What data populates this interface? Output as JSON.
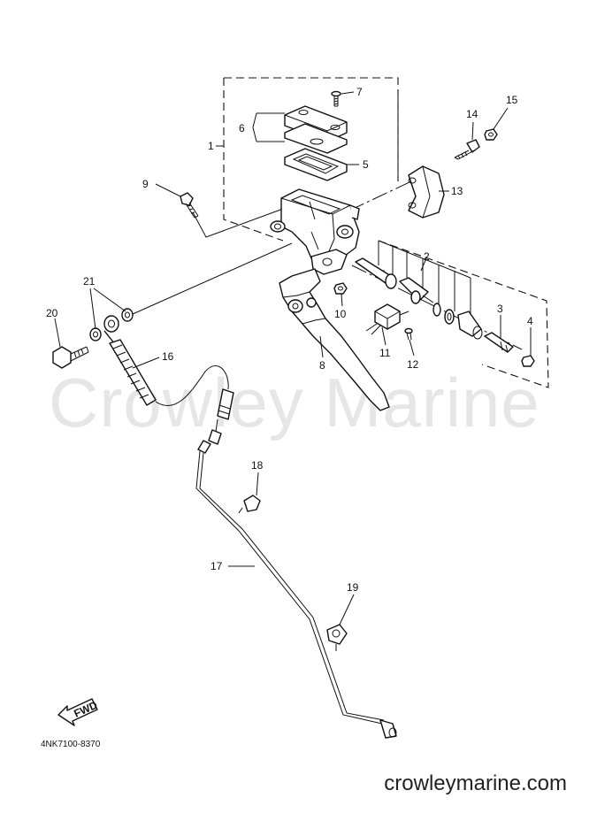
{
  "watermark": "Crowley Marine",
  "site_url": "crowleymarine.com",
  "diagram_code": "4NK7100-8370",
  "fwd_label": "FWD",
  "callouts": {
    "c1": "1",
    "c2": "2",
    "c3": "3",
    "c4": "4",
    "c5": "5",
    "c6": "6",
    "c7": "7",
    "c8": "8",
    "c9": "9",
    "c10": "10",
    "c11": "11",
    "c12": "12",
    "c13": "13",
    "c14": "14",
    "c15": "15",
    "c16": "16",
    "c17": "17",
    "c18": "18",
    "c19": "19",
    "c20": "20",
    "c21": "21"
  }
}
